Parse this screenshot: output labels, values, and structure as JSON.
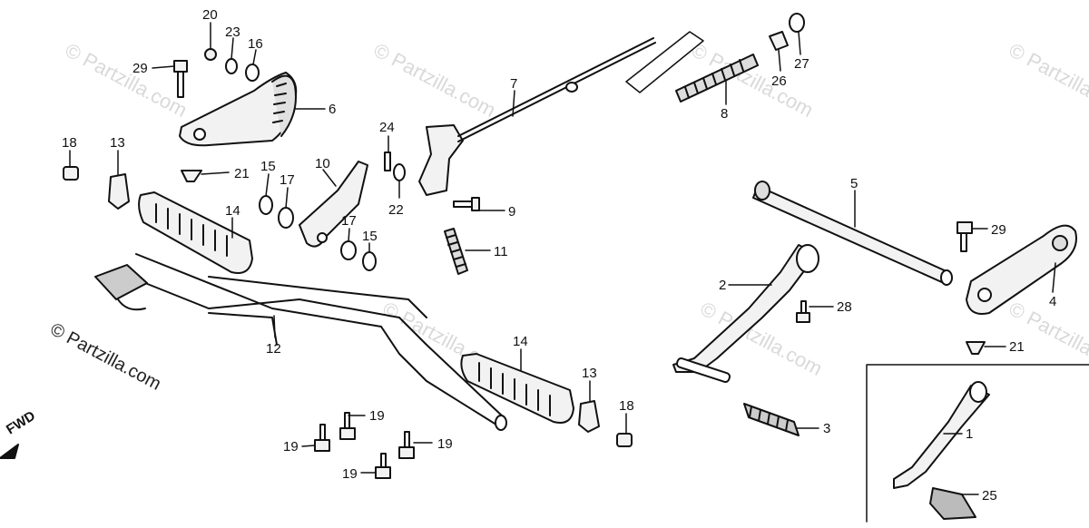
{
  "watermark": {
    "main": "© Partzilla.com",
    "faint": "© Partzilla.com"
  },
  "fwd_label": "FWD",
  "colors": {
    "ink": "#111111",
    "part_fill": "#f2f2f2",
    "watermark": "#d9d9d9"
  },
  "callouts": [
    {
      "id": "c20",
      "label": "20"
    },
    {
      "id": "c23",
      "label": "23"
    },
    {
      "id": "c16a",
      "label": "16"
    },
    {
      "id": "c29a",
      "label": "29"
    },
    {
      "id": "c6",
      "label": "6"
    },
    {
      "id": "c18a",
      "label": "18"
    },
    {
      "id": "c13a",
      "label": "13"
    },
    {
      "id": "c21a",
      "label": "21"
    },
    {
      "id": "c15a",
      "label": "15"
    },
    {
      "id": "c17a",
      "label": "17"
    },
    {
      "id": "c10",
      "label": "10"
    },
    {
      "id": "c14a",
      "label": "14"
    },
    {
      "id": "c17b",
      "label": "17"
    },
    {
      "id": "c15b",
      "label": "15"
    },
    {
      "id": "c24",
      "label": "24"
    },
    {
      "id": "c22",
      "label": "22"
    },
    {
      "id": "c7",
      "label": "7"
    },
    {
      "id": "c9",
      "label": "9"
    },
    {
      "id": "c11",
      "label": "11"
    },
    {
      "id": "c8",
      "label": "8"
    },
    {
      "id": "c26",
      "label": "26"
    },
    {
      "id": "c27",
      "label": "27"
    },
    {
      "id": "c12",
      "label": "12"
    },
    {
      "id": "c14b",
      "label": "14"
    },
    {
      "id": "c13b",
      "label": "13"
    },
    {
      "id": "c18b",
      "label": "18"
    },
    {
      "id": "c19a",
      "label": "19"
    },
    {
      "id": "c19b",
      "label": "19"
    },
    {
      "id": "c19c",
      "label": "19"
    },
    {
      "id": "c19d",
      "label": "19"
    },
    {
      "id": "c5",
      "label": "5"
    },
    {
      "id": "c29b",
      "label": "29"
    },
    {
      "id": "c2",
      "label": "2"
    },
    {
      "id": "c28",
      "label": "28"
    },
    {
      "id": "c4",
      "label": "4"
    },
    {
      "id": "c21b",
      "label": "21"
    },
    {
      "id": "c3",
      "label": "3"
    },
    {
      "id": "c1",
      "label": "1"
    },
    {
      "id": "c25",
      "label": "25"
    }
  ]
}
